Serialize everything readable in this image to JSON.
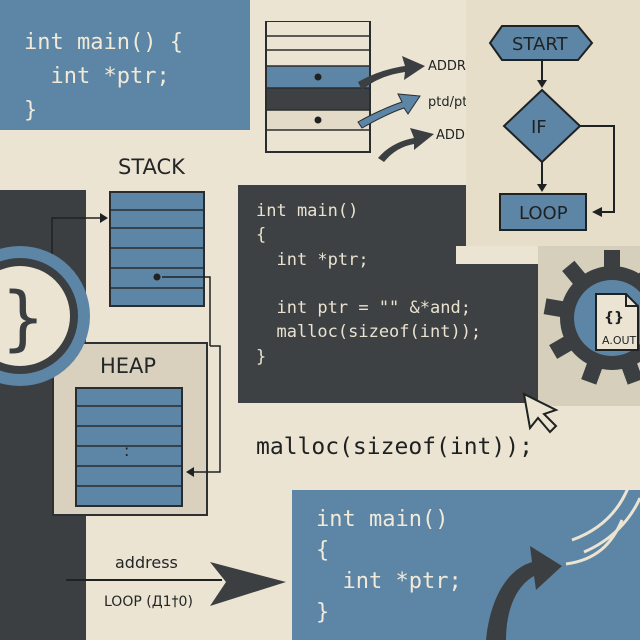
{
  "code_top_left": [
    "int main() {",
    "  int *ptr;",
    "}"
  ],
  "stack_label": "STACK",
  "heap_label": "HEAP",
  "heap_dots": ":",
  "memory_labels": [
    "ADDRESS",
    "ptd/ptr",
    "ADDRESS"
  ],
  "flowchart": {
    "start": "START",
    "if": "IF",
    "loop": "LOOP"
  },
  "code_center": [
    "int main()",
    "{",
    "  int *ptr;",
    "",
    "  int ptr = \"\" &*and;",
    "  malloc(sizeof(int));",
    "}"
  ],
  "malloc_line": "malloc(sizeof(int));",
  "code_bottom_right": [
    "int main()",
    "{",
    "  int *ptr;",
    "}"
  ],
  "brace_symbol": "}",
  "file_icon": {
    "glyph": "{}",
    "label": "A.OUT"
  },
  "bottom_address": "address",
  "bottom_loop": "LOOP (Д1†0)",
  "colors": {
    "blue": "#5d85a6",
    "dark": "#3b3f41",
    "paper": "#ece4d2",
    "ink": "#1f2223"
  }
}
